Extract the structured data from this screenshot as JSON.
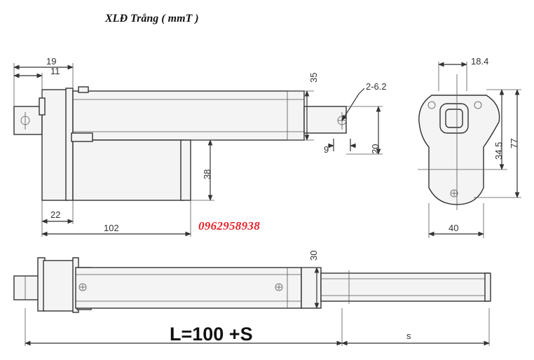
{
  "title": "XLĐ Trắng ( mmT )",
  "phone": "0962958938",
  "formula": "L=100 +S",
  "dimensions": {
    "d19": "19",
    "d11": "11",
    "d35": "35",
    "d2_6_2": "2-6.2",
    "d9": "9",
    "d20": "20",
    "d38": "38",
    "d22": "22",
    "d102": "102",
    "d18_4": "18.4",
    "d34_5": "34.5",
    "d77": "77",
    "d40": "40",
    "d30": "30",
    "ds": "s"
  }
}
